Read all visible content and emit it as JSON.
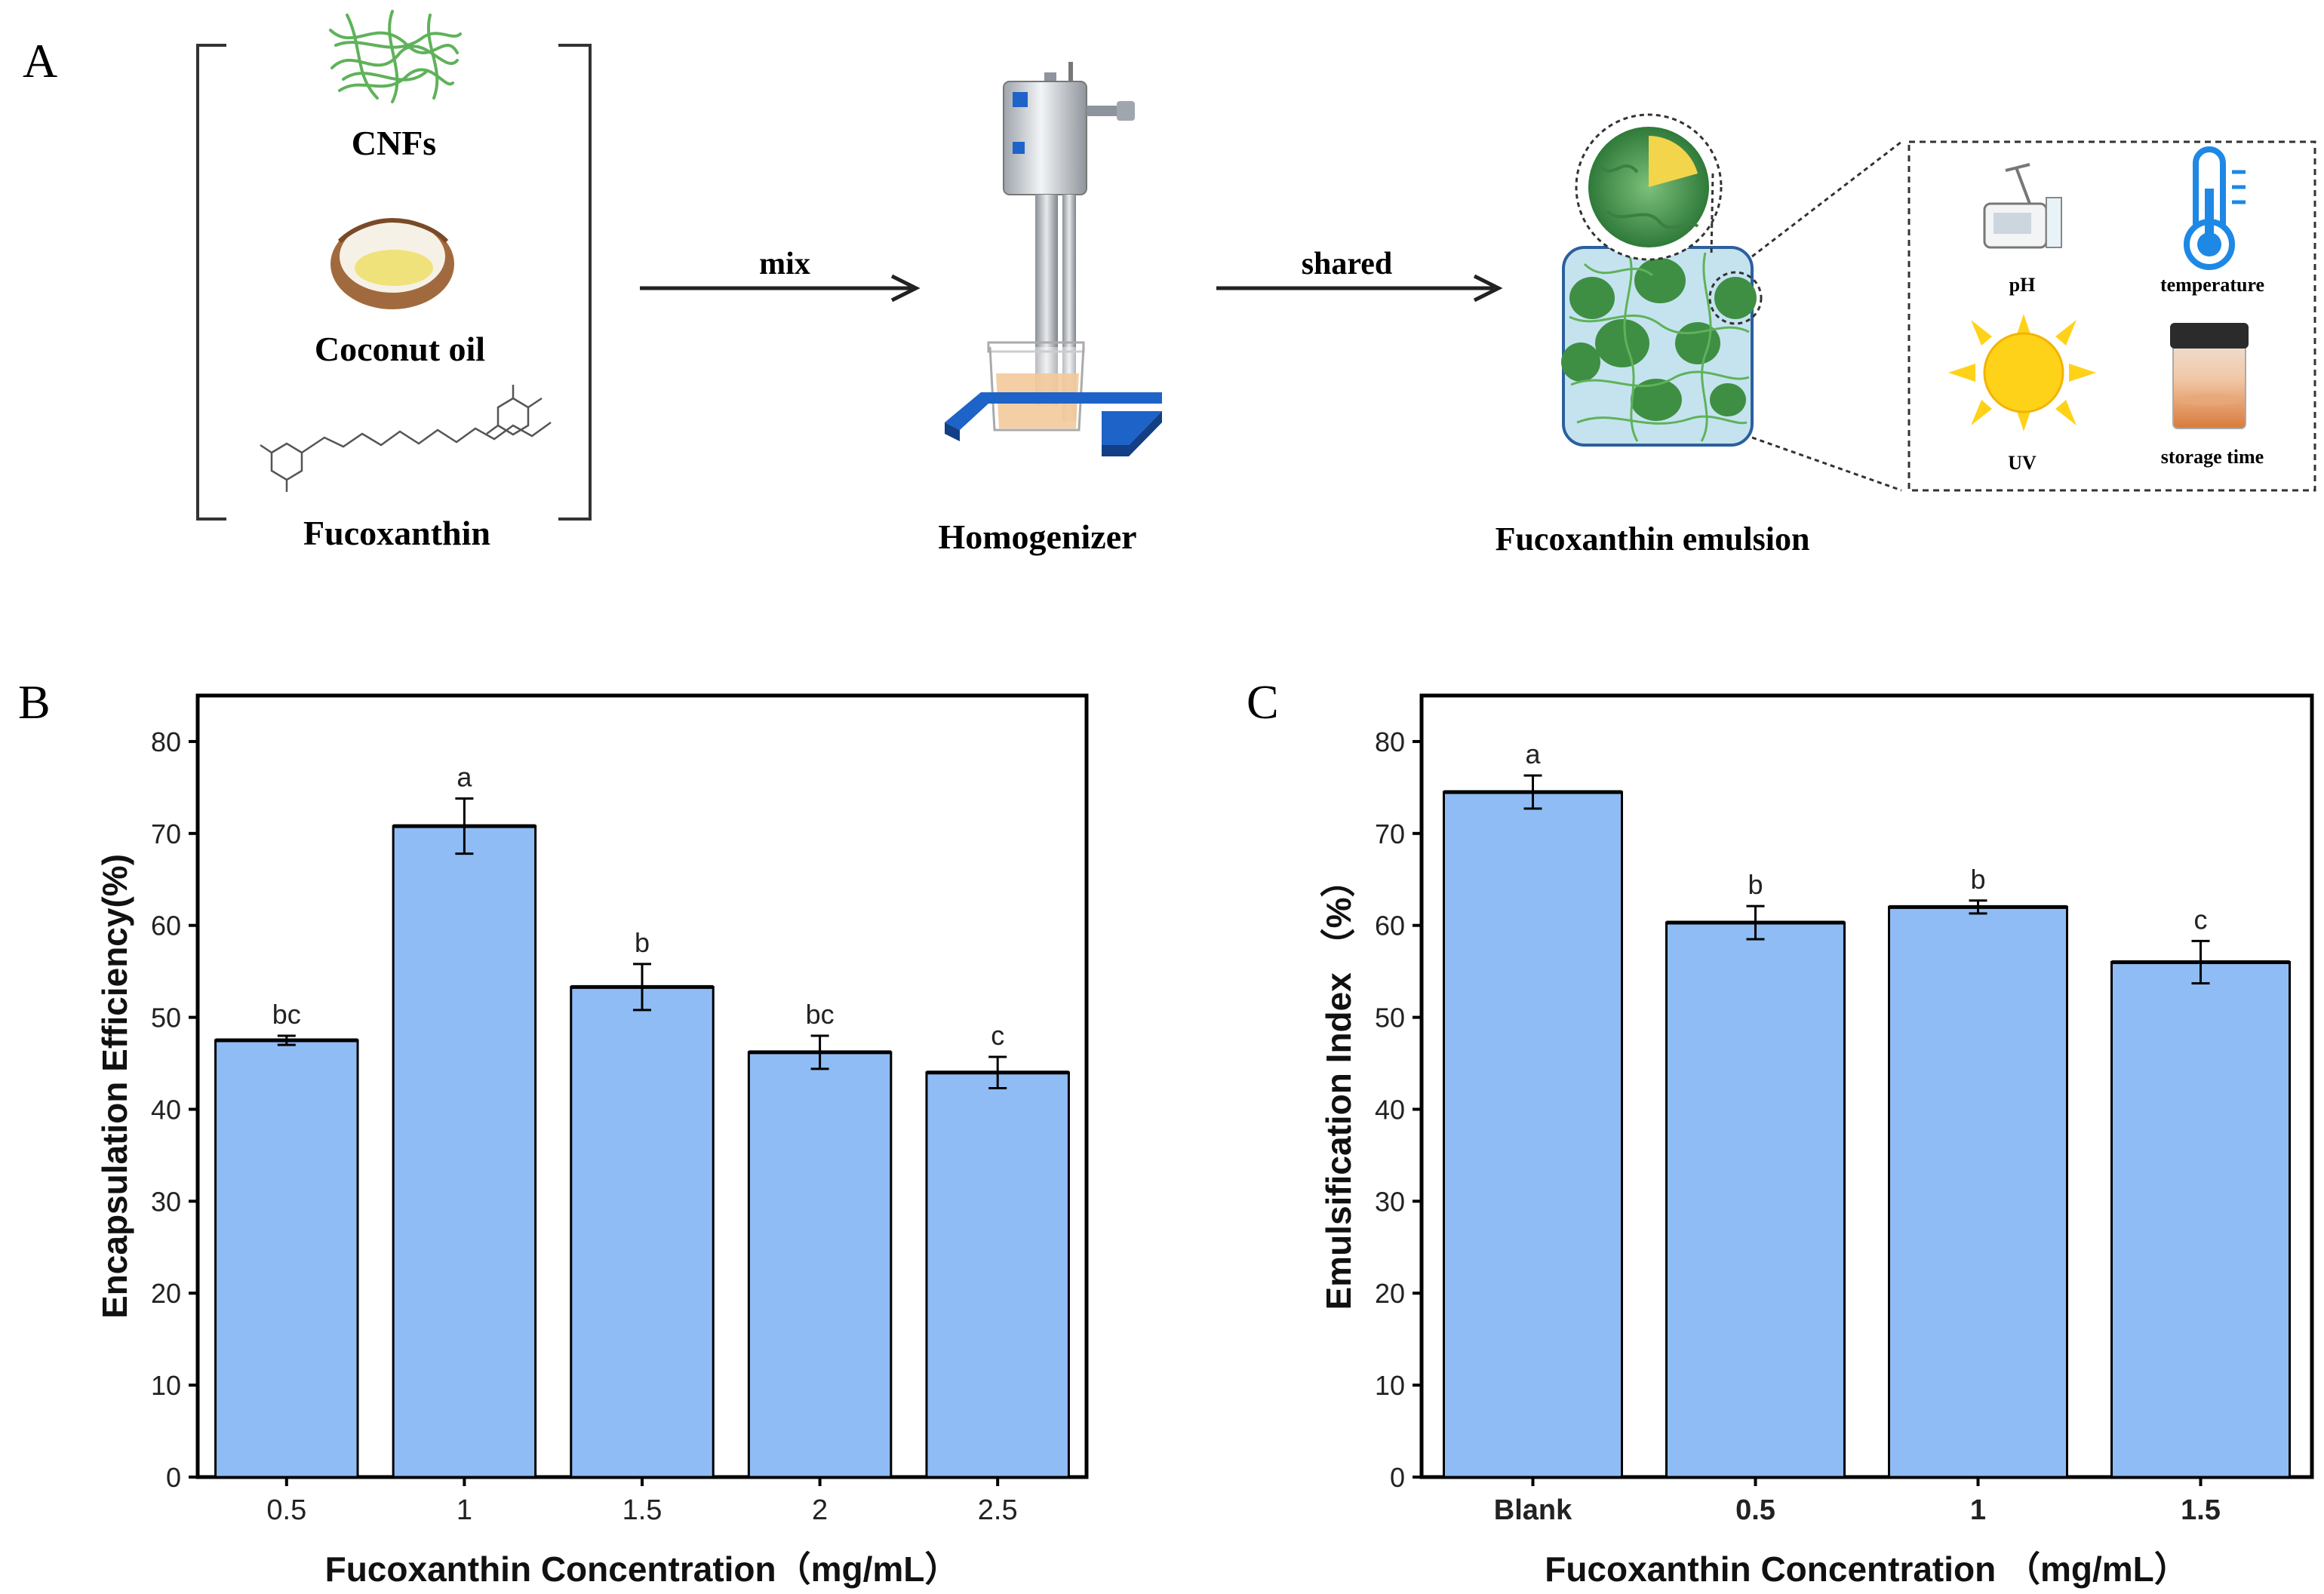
{
  "panel_labels": {
    "a": "A",
    "b": "B",
    "c": "C"
  },
  "schematic": {
    "ingredients": {
      "cnf": "CNFs",
      "oil": "Coconut oil",
      "fx": "Fucoxanthin"
    },
    "arrow_mix": "mix",
    "arrow_shared": "shared",
    "homogenizer": "Homogenizer",
    "emulsion": "Fucoxanthin emulsion",
    "factors": {
      "ph": "pH",
      "temperature": "temperature",
      "uv": "UV",
      "storage": "storage time"
    },
    "icons": [
      "fiber-network-icon",
      "coconut-icon",
      "molecule-icon",
      "homogenizer-icon",
      "emulsion-icon",
      "ph-meter-icon",
      "thermometer-icon",
      "sun-icon",
      "vial-icon"
    ],
    "colors": {
      "cnf_green": "#5fb25a",
      "emulsion_bg": "#c5e3ef",
      "droplet_green": "#3e8f43",
      "sun": "#ffd21a",
      "thermo": "#1e88e5",
      "base_blue": "#1e63c8"
    }
  },
  "chart_data": [
    {
      "type": "bar",
      "panel": "B",
      "categories": [
        "0.5",
        "1",
        "1.5",
        "2",
        "2.5"
      ],
      "values": [
        47.5,
        70.8,
        53.3,
        46.2,
        44.0
      ],
      "errors": [
        0.5,
        3.0,
        2.5,
        1.8,
        1.7
      ],
      "letters": [
        "bc",
        "a",
        "b",
        "bc",
        "c"
      ],
      "xlabel": "Fucoxanthin Concentration（mg/mL）",
      "ylabel": "Encapsulation Efficiency(%)",
      "ylim": [
        0,
        85
      ],
      "yticks": [
        0,
        10,
        20,
        30,
        40,
        50,
        60,
        70,
        80
      ],
      "bar_color": "#8fbcf4",
      "grid": false
    },
    {
      "type": "bar",
      "panel": "C",
      "categories": [
        "Blank",
        "0.5",
        "1",
        "1.5"
      ],
      "values": [
        74.5,
        60.3,
        62.0,
        56.0
      ],
      "errors": [
        1.8,
        1.8,
        0.7,
        2.3
      ],
      "letters": [
        "a",
        "b",
        "b",
        "c"
      ],
      "xlabel": "Fucoxanthin Concentration （mg/mL）",
      "ylabel": "Emulsification Index （%）",
      "ylim": [
        0,
        85
      ],
      "yticks": [
        0,
        10,
        20,
        30,
        40,
        50,
        60,
        70,
        80
      ],
      "bar_color": "#8fbcf4",
      "grid": false
    }
  ]
}
